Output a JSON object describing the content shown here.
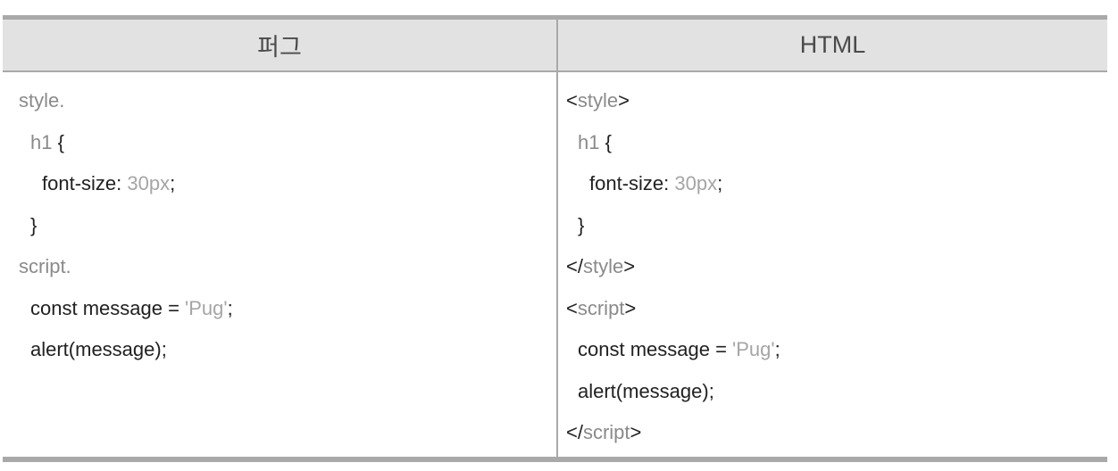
{
  "colors": {
    "border_gray": "#a9a9a9",
    "header_bg": "#e2e2e2",
    "header_text": "#4a4a4a",
    "code_dark": "#212121",
    "code_tag_gray": "#8a8a8a",
    "code_value_gray": "#a5a5a5",
    "page_bg": "#ffffff"
  },
  "table": {
    "columns": [
      {
        "header": "퍼그",
        "lines": [
          {
            "indent": 0,
            "segments": [
              {
                "text": "style.",
                "tone": "tag"
              }
            ]
          },
          {
            "indent": 1,
            "segments": [
              {
                "text": "h1 ",
                "tone": "tag"
              },
              {
                "text": "{",
                "tone": "dark"
              }
            ]
          },
          {
            "indent": 2,
            "segments": [
              {
                "text": "font-size: ",
                "tone": "dark"
              },
              {
                "text": "30px",
                "tone": "value"
              },
              {
                "text": ";",
                "tone": "dark"
              }
            ]
          },
          {
            "indent": 1,
            "segments": [
              {
                "text": "}",
                "tone": "dark"
              }
            ]
          },
          {
            "indent": 0,
            "segments": [
              {
                "text": "script.",
                "tone": "tag"
              }
            ]
          },
          {
            "indent": 1,
            "segments": [
              {
                "text": "const message = ",
                "tone": "dark"
              },
              {
                "text": "'Pug'",
                "tone": "value"
              },
              {
                "text": ";",
                "tone": "dark"
              }
            ]
          },
          {
            "indent": 1,
            "segments": [
              {
                "text": "alert(message);",
                "tone": "dark"
              }
            ]
          }
        ]
      },
      {
        "header": "HTML",
        "lines": [
          {
            "indent": 0,
            "segments": [
              {
                "text": "<",
                "tone": "dark"
              },
              {
                "text": "style",
                "tone": "tag"
              },
              {
                "text": ">",
                "tone": "dark"
              }
            ]
          },
          {
            "indent": 1,
            "segments": [
              {
                "text": "h1 ",
                "tone": "tag"
              },
              {
                "text": "{",
                "tone": "dark"
              }
            ]
          },
          {
            "indent": 2,
            "segments": [
              {
                "text": "font-size: ",
                "tone": "dark"
              },
              {
                "text": "30px",
                "tone": "value"
              },
              {
                "text": ";",
                "tone": "dark"
              }
            ]
          },
          {
            "indent": 1,
            "segments": [
              {
                "text": "}",
                "tone": "dark"
              }
            ]
          },
          {
            "indent": 0,
            "segments": [
              {
                "text": "</",
                "tone": "dark"
              },
              {
                "text": "style",
                "tone": "tag"
              },
              {
                "text": ">",
                "tone": "dark"
              }
            ]
          },
          {
            "indent": 0,
            "segments": [
              {
                "text": "<",
                "tone": "dark"
              },
              {
                "text": "script",
                "tone": "tag"
              },
              {
                "text": ">",
                "tone": "dark"
              }
            ]
          },
          {
            "indent": 1,
            "segments": [
              {
                "text": "const message = ",
                "tone": "dark"
              },
              {
                "text": "'Pug'",
                "tone": "value"
              },
              {
                "text": ";",
                "tone": "dark"
              }
            ]
          },
          {
            "indent": 1,
            "segments": [
              {
                "text": "alert(message);",
                "tone": "dark"
              }
            ]
          },
          {
            "indent": 0,
            "segments": [
              {
                "text": "</",
                "tone": "dark"
              },
              {
                "text": "script",
                "tone": "tag"
              },
              {
                "text": ">",
                "tone": "dark"
              }
            ]
          }
        ]
      }
    ]
  }
}
